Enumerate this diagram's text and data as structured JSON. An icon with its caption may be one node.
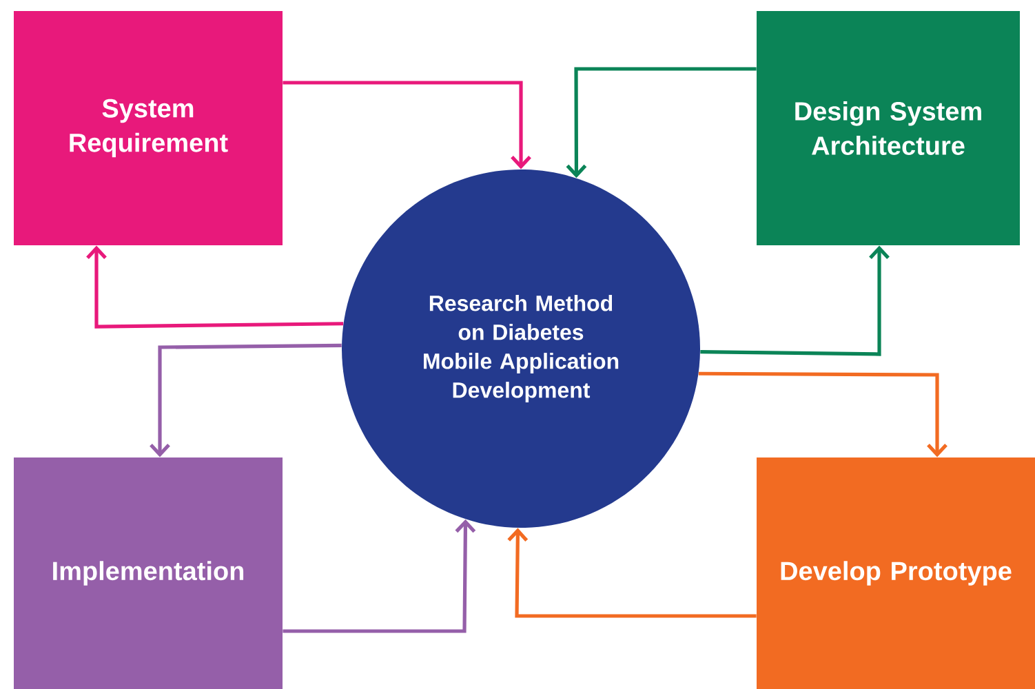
{
  "diagram": {
    "nodes": [
      {
        "text": [
          "System Requirement"
        ]
      },
      {
        "text": [
          "Design System Architecture"
        ]
      },
      {
        "text": [
          "Research Method on Diabetes Mobile Application Development"
        ]
      },
      {
        "text": [
          "Implementation"
        ]
      },
      {
        "text": [
          "Develop Prototype"
        ]
      }
    ],
    "edges": [
      {
        "from": 0,
        "to": 2,
        "arrow": "to",
        "color": "#e8197b"
      },
      {
        "from": 2,
        "to": 0,
        "arrow": "to",
        "color": "#e8197b"
      },
      {
        "from": 1,
        "to": 2,
        "arrow": "to",
        "color": "#0b8457"
      },
      {
        "from": 2,
        "to": 1,
        "arrow": "to",
        "color": "#0b8457"
      },
      {
        "from": 2,
        "to": 4,
        "arrow": "to",
        "color": "#f26b22"
      },
      {
        "from": 4,
        "to": 2,
        "arrow": "to",
        "color": "#f26b22"
      },
      {
        "from": 2,
        "to": 3,
        "arrow": "to",
        "color": "#955fa9"
      },
      {
        "from": 3,
        "to": 2,
        "arrow": "to",
        "color": "#955fa9"
      }
    ]
  }
}
